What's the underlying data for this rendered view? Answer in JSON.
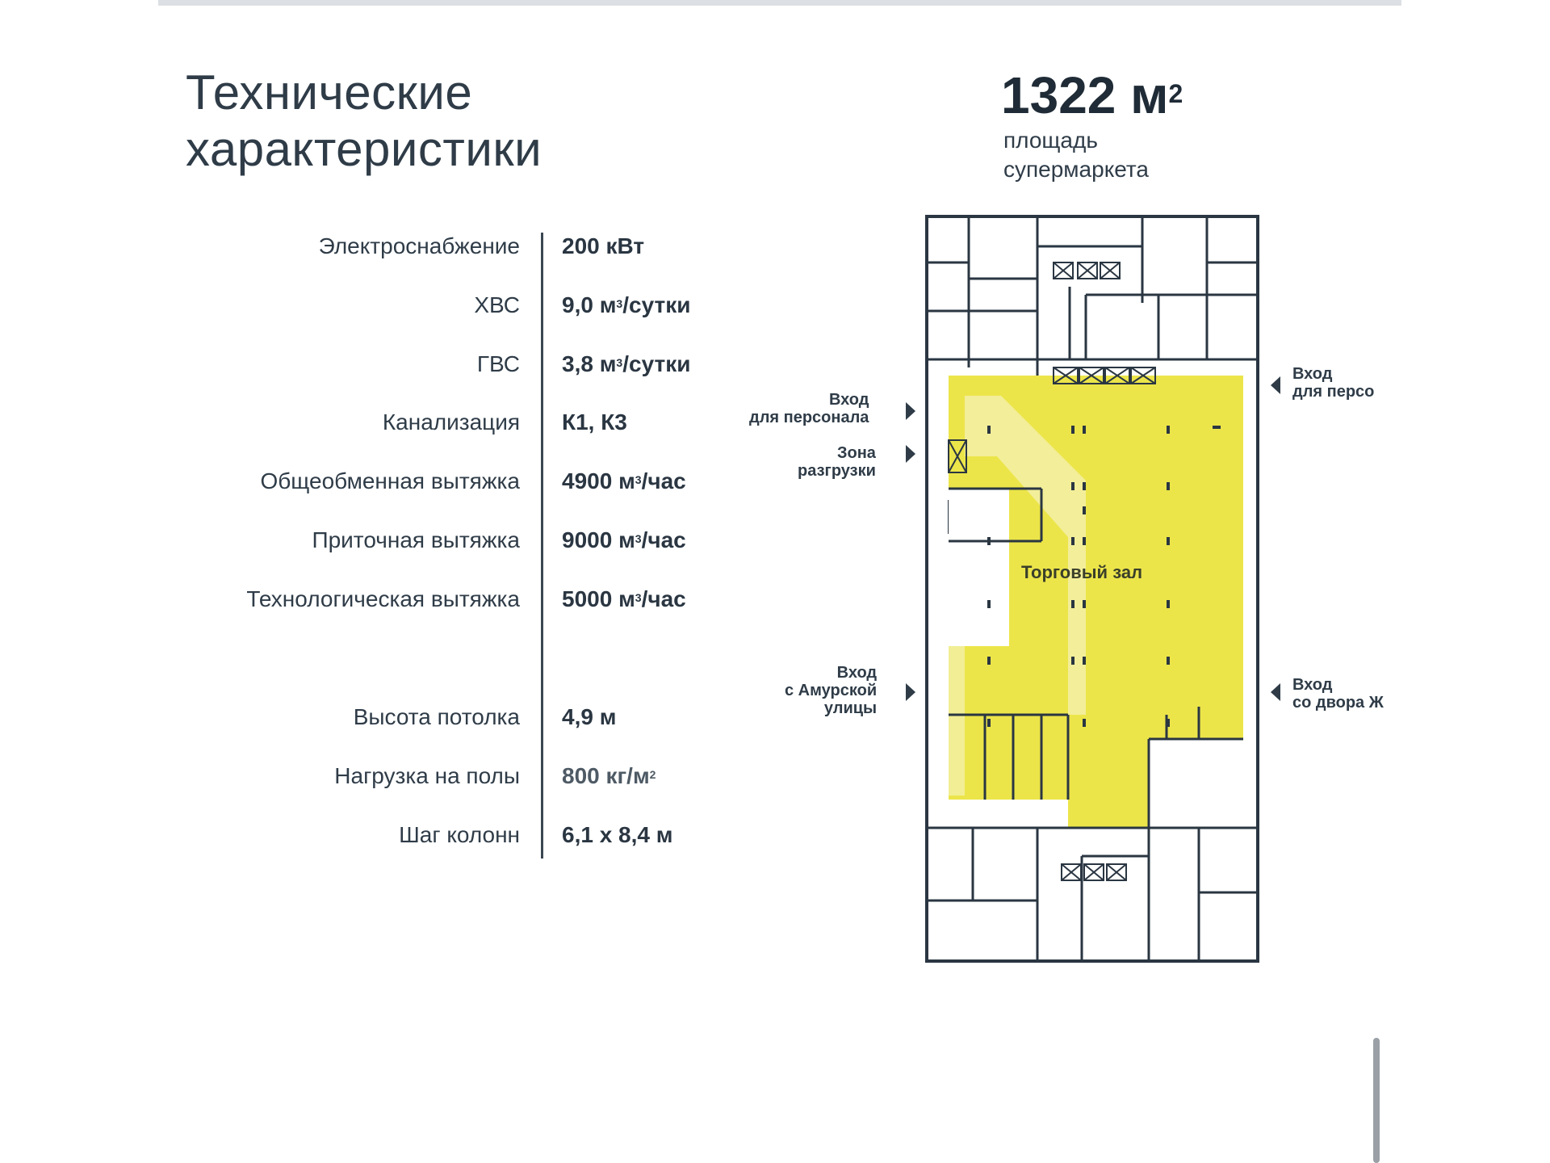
{
  "title": {
    "line1": "Технические",
    "line2": "характеристики"
  },
  "area": {
    "value": "1322 м",
    "unit_sup": "2",
    "caption_line1": "площадь",
    "caption_line2": "супермаркета"
  },
  "specs": [
    {
      "label": "Электроснабжение",
      "value": "200 кВт",
      "sup": "",
      "tail": ""
    },
    {
      "label": "ХВС",
      "value": "9,0 м",
      "sup": "3",
      "tail": "/сутки"
    },
    {
      "label": "ГВС",
      "value": "3,8 м",
      "sup": "3",
      "tail": "/сутки"
    },
    {
      "label": "Канализация",
      "value": "К1, К3",
      "sup": "",
      "tail": ""
    },
    {
      "label": "Общеобменная вытяжка",
      "value": "4900 м",
      "sup": "3",
      "tail": "/час"
    },
    {
      "label": "Приточная вытяжка",
      "value": "9000 м",
      "sup": "3",
      "tail": "/час"
    },
    {
      "label": "Технологическая вытяжка",
      "value": "5000 м",
      "sup": "3",
      "tail": "/час"
    },
    {
      "label": "Высота потолка",
      "value": "4,9 м",
      "sup": "",
      "tail": ""
    },
    {
      "label": "Нагрузка на полы",
      "value": "800 кг/м",
      "sup": "2",
      "tail": ""
    },
    {
      "label": "Шаг колонн",
      "value": "6,1 х 8,4 м",
      "sup": "",
      "tail": ""
    }
  ],
  "plan": {
    "hall_label": "Торговый зал",
    "entrance_staff_left": [
      "Вход",
      "для персонала"
    ],
    "unloading_zone": [
      "Зона",
      "разгрузки"
    ],
    "entrance_street": [
      "Вход",
      "с Амурской",
      "улицы"
    ],
    "entrance_staff_right": [
      "Вход",
      "для персо"
    ],
    "entrance_yard": [
      "Вход",
      "со двора Ж"
    ],
    "colors": {
      "hall": "#ece54a",
      "walls": "#2a3642",
      "highlight": "#f4f0a8"
    }
  }
}
